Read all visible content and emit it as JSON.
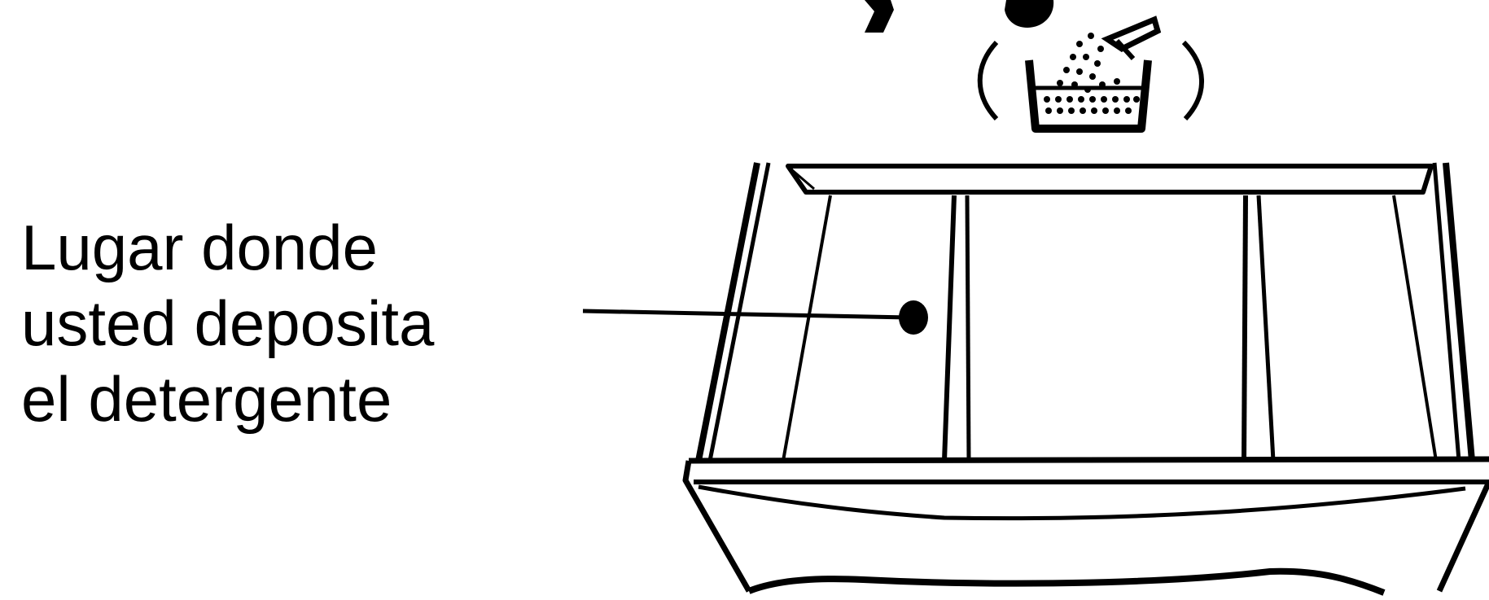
{
  "callout": {
    "lines": [
      "Lugar donde",
      "usted deposita",
      "el detergente"
    ]
  },
  "figure": {
    "subject_icon": "detergent-scoop-icon",
    "ink_color": "#000000",
    "background_color": "#ffffff"
  }
}
